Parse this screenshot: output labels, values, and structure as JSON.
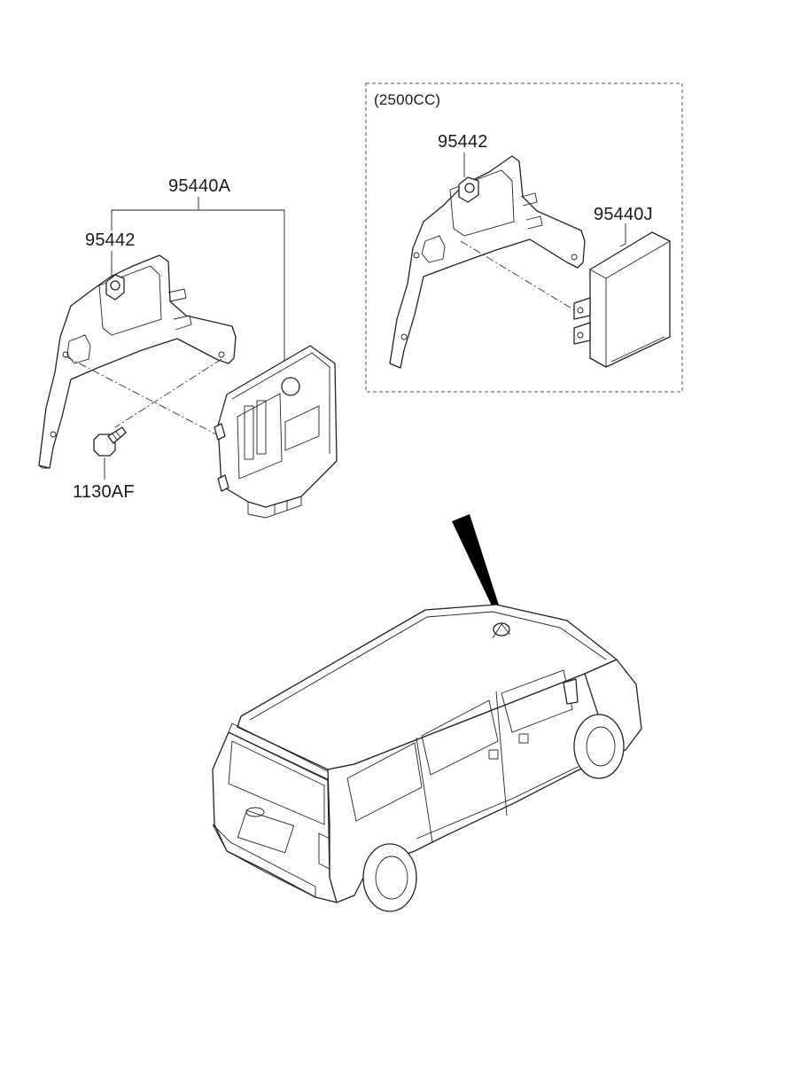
{
  "labels": {
    "variant_box_title": "(2500CC)",
    "part_ecu_assembly": "95440A",
    "part_bracket_left": "95442",
    "part_bolt": "1130AF",
    "part_bracket_right": "95442",
    "part_module_right": "95440J"
  },
  "colors": {
    "line": "#222222",
    "background": "#ffffff",
    "pointer": "#000000"
  }
}
